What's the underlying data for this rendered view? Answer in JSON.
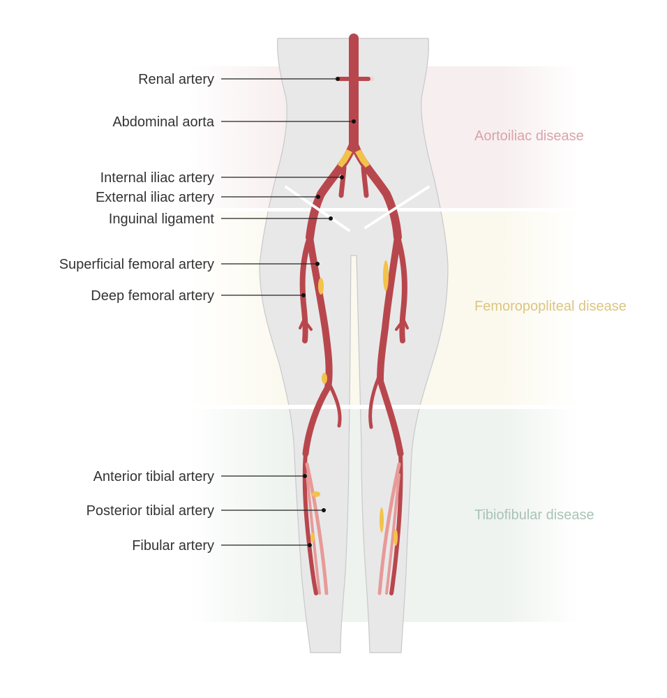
{
  "labels": {
    "renal": "Renal artery",
    "aorta": "Abdominal aorta",
    "internal_iliac": "Internal iliac artery",
    "external_iliac": "External iliac artery",
    "inguinal": "Inguinal ligament",
    "superficial_femoral": "Superficial femoral artery",
    "deep_femoral": "Deep femoral artery",
    "anterior_tibial": "Anterior tibial artery",
    "posterior_tibial": "Posterior tibial artery",
    "fibular": "Fibular artery"
  },
  "zones": {
    "aortoiliac": "Aortoiliac disease",
    "femoropopliteal": "Femoropopliteal disease",
    "tibiofibular": "Tibiofibular disease"
  },
  "colors": {
    "artery": "#b8474d",
    "artery_light": "#e79a98",
    "plaque": "#f3c24a",
    "body": "#e9e9ea",
    "zone_aortoiliac_text": "#d9a3a8",
    "zone_femoropopliteal_text": "#dcc581",
    "zone_tibiofibular_text": "#a9c3b6"
  }
}
